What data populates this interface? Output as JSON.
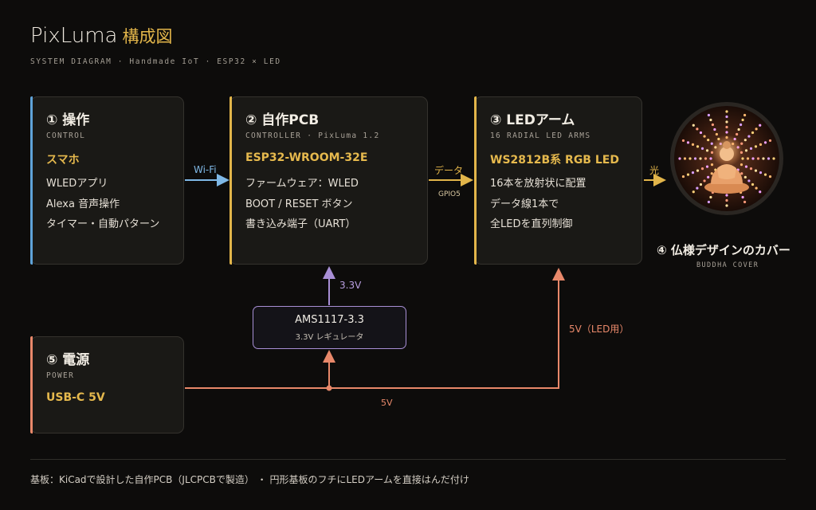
{
  "header": {
    "title": "PixLuma",
    "title_suffix": "構成図",
    "subtitle": "SYSTEM DIAGRAM · Handmade IoT · ESP32 × LED"
  },
  "blocks": {
    "control": {
      "title": "① 操作",
      "caption": "CONTROL",
      "highlight": "スマホ",
      "items": [
        "WLEDアプリ",
        "Alexa 音声操作",
        "タイマー・自動パターン"
      ],
      "color": "#5fa3d8"
    },
    "pcb": {
      "title": "② 自作PCB",
      "caption": "CONTROLLER · PixLuma 1.2",
      "highlight": "ESP32-WROOM-32E",
      "items": [
        "ファームウェア：WLED",
        "BOOT / RESET ボタン",
        "書き込み端子（UART）"
      ],
      "color": "#e2b54a"
    },
    "led": {
      "title": "③ LEDアーム",
      "caption": "16 RADIAL LED ARMS",
      "highlight": "WS2812B系 RGB LED",
      "items": [
        "16本を放射状に配置",
        "データ線1本で",
        "全LEDを直列制御"
      ],
      "color": "#e2b54a"
    },
    "power": {
      "title": "⑤ 電源",
      "caption": "POWER",
      "highlight": "USB-C 5V",
      "color": "#e8886a"
    }
  },
  "regulator": {
    "name": "AMS1117-3.3",
    "desc": "3.3V レギュレータ"
  },
  "connections": {
    "wifi": "Wi-Fi",
    "data": "データ",
    "gpio": "GPIO5",
    "light": "光",
    "v33": "3.3V",
    "v5_led": "5V（LED用）",
    "v5": "5V"
  },
  "cover": {
    "title": "④ 仏様デザインのカバー",
    "caption": "BUDDHA COVER"
  },
  "footer": {
    "note": "基板：KiCadで設計した自作PCB（JLCPCBで製造） ・ 円形基板のフチにLEDアームを直接はんだ付け"
  },
  "colors": {
    "wifi": "#7fb8e6",
    "data": "#e2b54a",
    "v33": "#a88fd6",
    "v5": "#e8886a",
    "gold": "#e2b54a"
  }
}
